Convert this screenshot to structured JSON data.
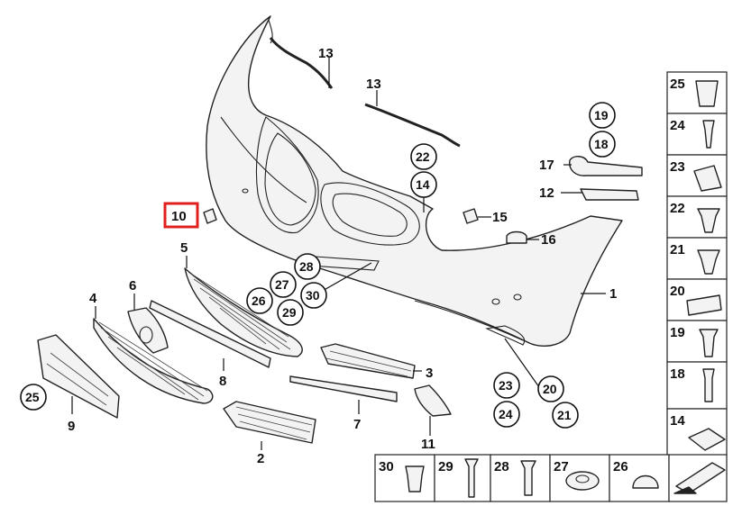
{
  "callouts": {
    "c1": "1",
    "c2": "2",
    "c3": "3",
    "c4": "4",
    "c5": "5",
    "c6": "6",
    "c7": "7",
    "c8": "8",
    "c9": "9",
    "c10": "10",
    "c11": "11",
    "c13a": "13",
    "c13b": "13",
    "c14": "14",
    "c15": "15",
    "c16": "16",
    "c17": "17",
    "c18": "18",
    "c19": "19",
    "c20": "20",
    "c21": "21",
    "c22": "22",
    "c23": "23",
    "c24": "24",
    "c25": "25",
    "c26": "26",
    "c27": "27",
    "c28": "28",
    "c29": "29",
    "c30": "30",
    "c12": "12"
  },
  "side_panel": [
    "25",
    "24",
    "23",
    "22",
    "21",
    "20",
    "19",
    "18",
    "14"
  ],
  "bottom_panel": [
    "30",
    "29",
    "28",
    "27",
    "26"
  ],
  "highlight": {
    "color": "#e0201f"
  }
}
